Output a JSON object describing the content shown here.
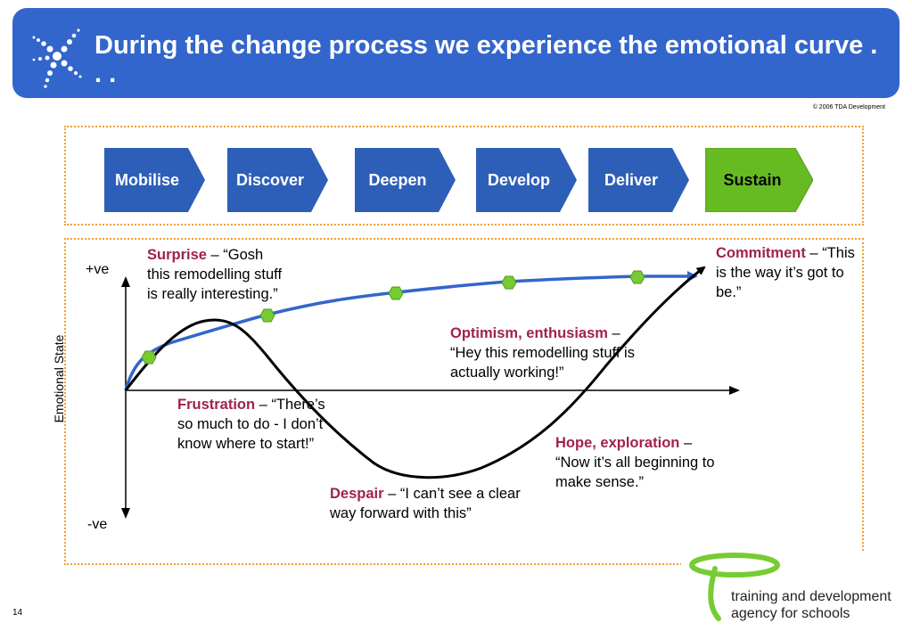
{
  "header": {
    "title": "During the change process we experience the emotional curve . . ."
  },
  "copyright": "© 2006  TDA Development",
  "phases": [
    {
      "label": "Mobilise",
      "color": "#2e5fb8"
    },
    {
      "label": "Discover",
      "color": "#2e5fb8"
    },
    {
      "label": "Deepen",
      "color": "#2e5fb8"
    },
    {
      "label": "Develop",
      "color": "#2e5fb8"
    },
    {
      "label": "Deliver",
      "color": "#2e5fb8"
    },
    {
      "label": "Sustain",
      "color": "#66bb22"
    }
  ],
  "axis": {
    "positive": "+ve",
    "negative": "-ve",
    "y_title": "Emotional State"
  },
  "annotations": {
    "surprise": {
      "term": "Surprise",
      "text": " – “Gosh this remodelling stuff is really interesting.”"
    },
    "frustration": {
      "term": "Frustration",
      "text": " – “There’s so much to do - I don’t know where to start!”"
    },
    "despair": {
      "term": "Despair",
      "text": " – “I can’t see a clear way forward with this”"
    },
    "hope": {
      "term": "Hope, exploration",
      "text": " – “Now it’s all beginning to make sense.”"
    },
    "optimism": {
      "term": "Optimism, enthusiasm",
      "text": " – “Hey this remodelling stuff is actually working!”"
    },
    "commitment": {
      "term": "Commitment",
      "text": " – “This is the way it’s got to be.”"
    }
  },
  "colors": {
    "header": "#3366cc",
    "blue_curve": "#3366cc",
    "black_curve": "#000000",
    "milestone": "#77cc33",
    "term": "#a0224e",
    "box_border": "#f0a030"
  },
  "page_number": "14",
  "org": {
    "line1": "training and development",
    "line2": "agency for schools"
  }
}
